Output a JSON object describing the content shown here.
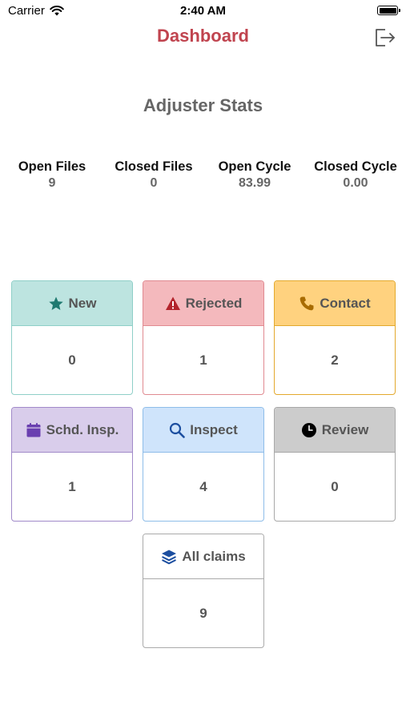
{
  "status_bar": {
    "carrier": "Carrier",
    "time": "2:40 AM",
    "battery_level": 1.0
  },
  "nav": {
    "title": "Dashboard",
    "logout_icon": "logout-icon",
    "title_color": "#c0444f"
  },
  "stats": {
    "title": "Adjuster Stats",
    "items": [
      {
        "label": "Open Files",
        "value": "9"
      },
      {
        "label": "Closed Files",
        "value": "0"
      },
      {
        "label": "Open Cycle",
        "value": "83.99"
      },
      {
        "label": "Closed Cycle",
        "value": "0.00"
      }
    ]
  },
  "tiles": [
    {
      "label": "New",
      "count": "0",
      "icon": "star-icon",
      "header_color": "#bde4e0",
      "border_color": "#8fcfc8",
      "icon_color": "#1f7a70"
    },
    {
      "label": "Rejected",
      "count": "1",
      "icon": "warning-icon",
      "header_color": "#f4b9bd",
      "border_color": "#e08a91",
      "icon_color": "#b3242c"
    },
    {
      "label": "Contact",
      "count": "2",
      "icon": "phone-icon",
      "header_color": "#ffd27f",
      "border_color": "#e3a92d",
      "icon_color": "#a86b00"
    },
    {
      "label": "Schd. Insp.",
      "count": "1",
      "icon": "calendar-icon",
      "header_color": "#d9cdeb",
      "border_color": "#a18ac9",
      "icon_color": "#6a3fb0"
    },
    {
      "label": "Inspect",
      "count": "4",
      "icon": "search-icon",
      "header_color": "#cfe4fb",
      "border_color": "#8ebde9",
      "icon_color": "#1d4fa0"
    },
    {
      "label": "Review",
      "count": "0",
      "icon": "clock-icon",
      "header_color": "#cccccc",
      "border_color": "#a8a8a8",
      "icon_color": "#000000"
    },
    {
      "label": "All claims",
      "count": "9",
      "icon": "layers-icon",
      "header_color": "#ffffff",
      "border_color": "#aaaaaa",
      "icon_color": "#1d4fa0"
    }
  ]
}
